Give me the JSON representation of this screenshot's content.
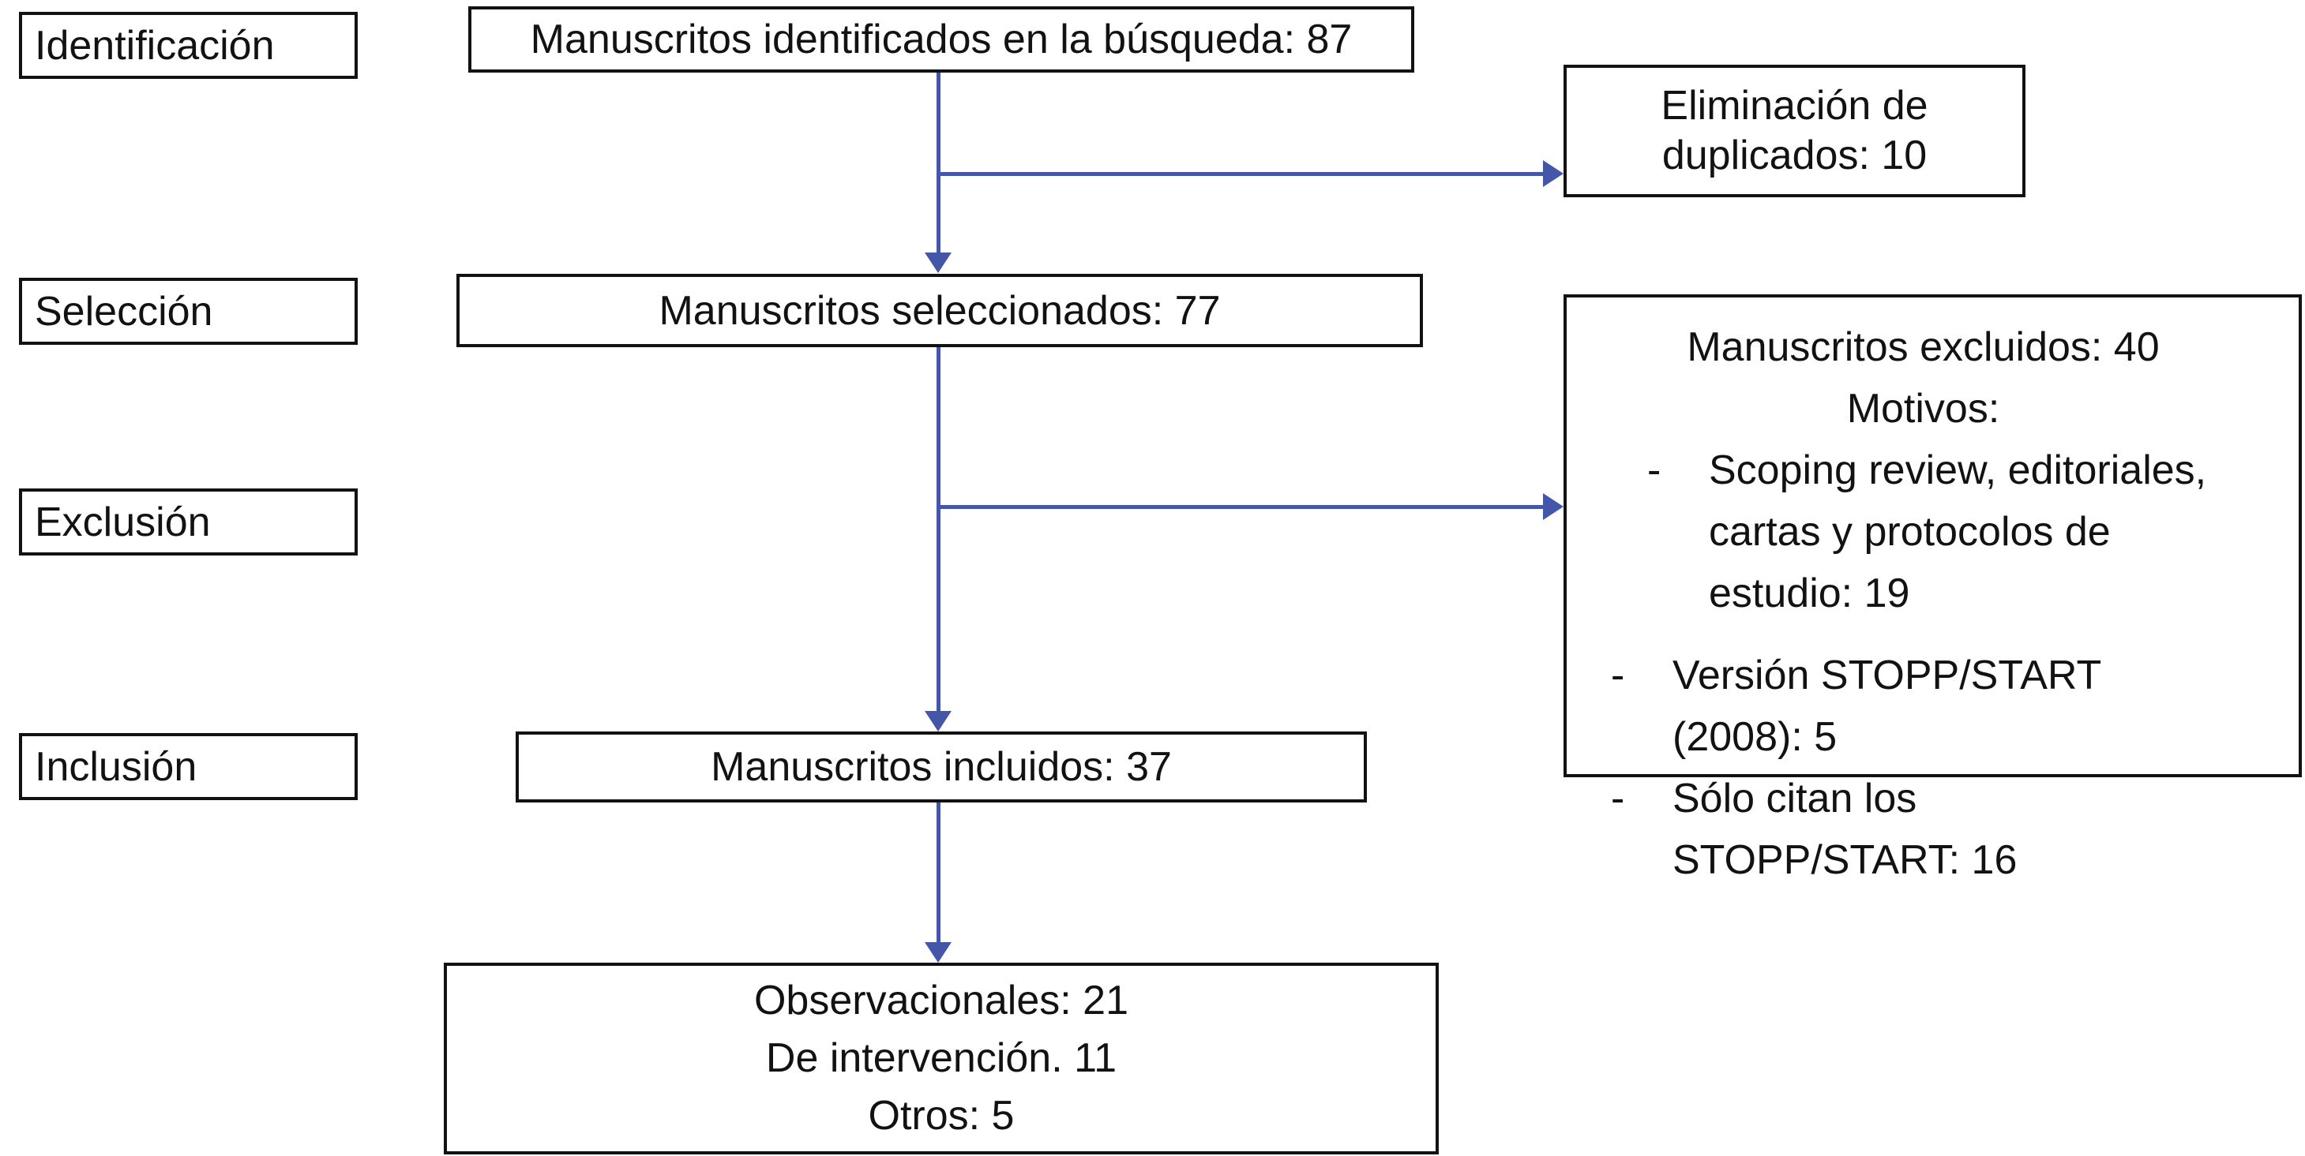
{
  "diagram": {
    "type": "prisma-flowchart",
    "accent_color": "#4456a8",
    "border_color": "#121212",
    "bullet_marker": "-",
    "stages": {
      "identificacion": "Identificación",
      "seleccion": "Selección",
      "exclusion": "Exclusión",
      "inclusion": "Inclusión"
    },
    "nodes": {
      "identificados": "Manuscritos identificados en la búsqueda: 87",
      "duplicados": "Eliminación de duplicados: 10",
      "seleccionados": "Manuscritos seleccionados: 77",
      "excluidos": {
        "titulo": "Manuscritos excluidos: 40",
        "subtitulo": "Motivos:",
        "motivos": {
          "item1": "Scoping review, editoriales, cartas y protocolos de estudio: 19",
          "item2": "Versión STOPP/START (2008): 5",
          "item3": "Sólo citan los STOPP/START: 16"
        }
      },
      "incluidos": "Manuscritos incluidos: 37",
      "tipos": {
        "linea1": "Observacionales: 21",
        "linea2": "De intervención. 11",
        "linea3": "Otros: 5"
      }
    }
  }
}
